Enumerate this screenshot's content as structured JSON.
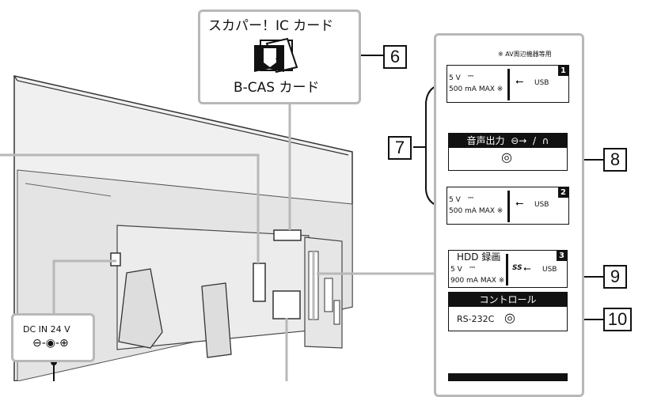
{
  "smartcard": {
    "title": "スカパー！IC カード",
    "card_mark": "B-CAS",
    "caption": "B-CAS カード"
  },
  "panel": {
    "note": "※ AV周辺機器等用"
  },
  "usb1": {
    "voltage": "5 V",
    "current": "500 mA MAX ※",
    "label": "USB",
    "number": "1"
  },
  "audio": {
    "title": "音声出力",
    "slash": "/"
  },
  "usb2": {
    "voltage": "5 V",
    "current": "500 mA MAX ※",
    "label": "USB",
    "number": "2"
  },
  "usb3": {
    "title": "HDD 録画",
    "voltage": "5 V",
    "current": "900 mA MAX ※",
    "label": "USB",
    "number": "3",
    "ss": "SS"
  },
  "control": {
    "title": "コントロール",
    "port": "RS-232C"
  },
  "dcin": {
    "label": "DC IN  24  V"
  },
  "callouts": {
    "c6": "6",
    "c7": "7",
    "c8": "8",
    "c9": "9",
    "c10": "10"
  },
  "colors": {
    "frame_gray": "#b8b8b8",
    "line_black": "#111111",
    "tv_gray": "#e8e8e8"
  }
}
